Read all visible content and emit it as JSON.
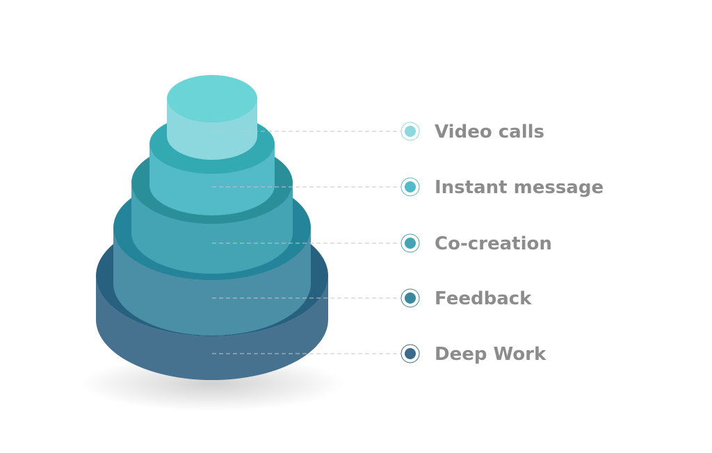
{
  "tiers": [
    {
      "label": "Video calls",
      "side": "#8dd8de",
      "top": "#6ad4d6",
      "dot": "#8dd8de"
    },
    {
      "label": "Instant message",
      "side": "#53bac7",
      "top": "#33a9b1",
      "dot": "#53bac7"
    },
    {
      "label": "Co-creation",
      "side": "#45a4b3",
      "top": "#2b8f99",
      "dot": "#45a4b3"
    },
    {
      "label": "Feedback",
      "side": "#4a8fa6",
      "top": "#23849a",
      "dot": "#3c879c"
    },
    {
      "label": "Deep Work",
      "side": "#46718f",
      "top": "#28607f",
      "dot": "#3d6a8a"
    }
  ],
  "colors": {
    "label_text": "#8c8c8c",
    "leader_line": "#c6c6c6",
    "ring": "#3aa2ae"
  }
}
